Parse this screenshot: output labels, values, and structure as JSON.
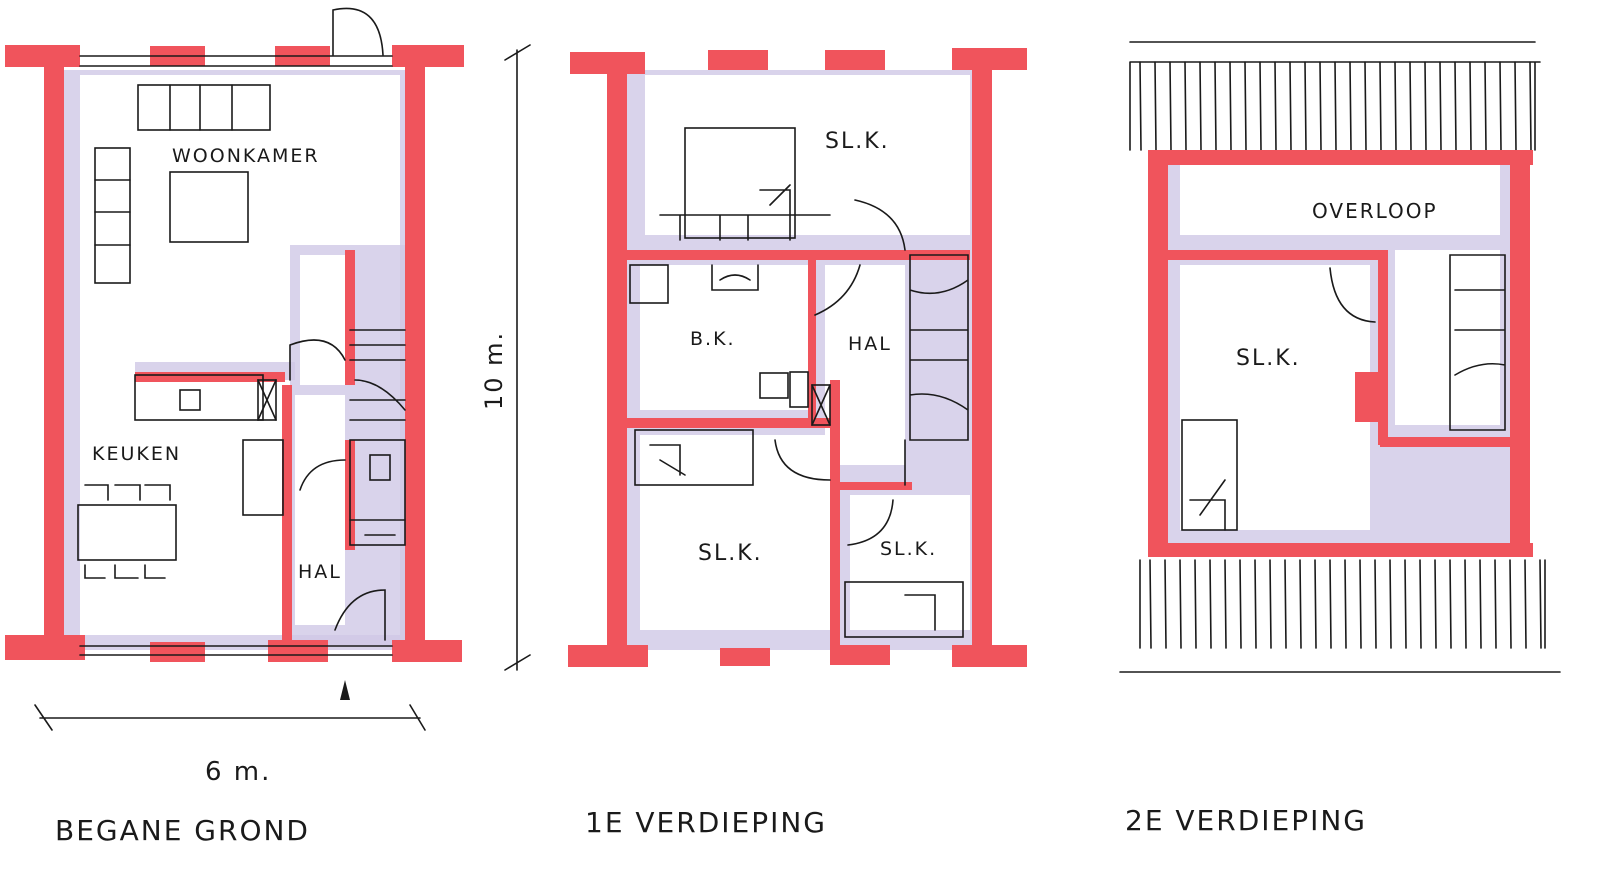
{
  "colors": {
    "wall": "#f0545c",
    "shadow": "#cfc8e6",
    "ink": "#1a1a1a"
  },
  "plans": [
    {
      "title": "BEGANE GROND",
      "rooms": [
        "WOONKAMER",
        "KEUKEN",
        "HAL"
      ],
      "dimensions": {
        "width": "6 m.",
        "depth": "10 m."
      }
    },
    {
      "title": "1E VERDIEPING",
      "rooms": [
        "SL.K.",
        "B.K.",
        "HAL",
        "SL.K.",
        "SL.K."
      ]
    },
    {
      "title": "2E VERDIEPING",
      "rooms": [
        "OVERLOOP",
        "SL.K."
      ]
    }
  ]
}
